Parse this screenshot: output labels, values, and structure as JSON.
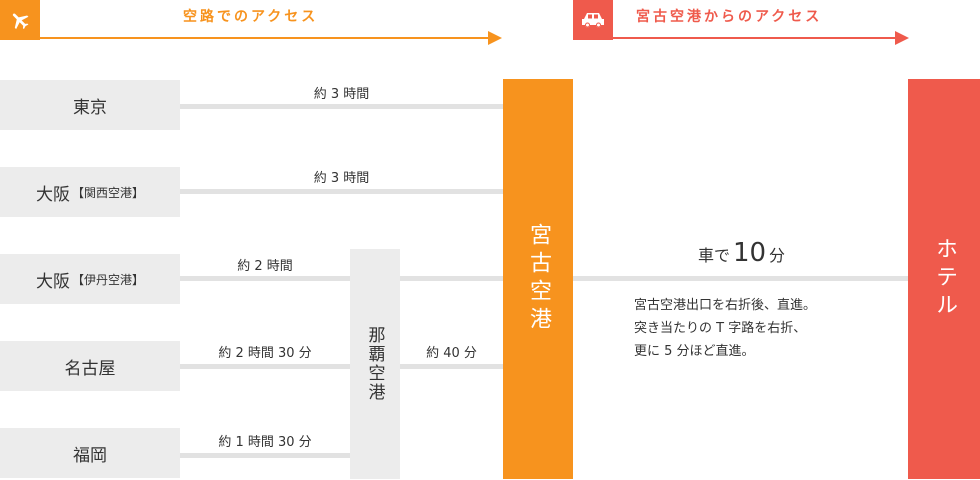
{
  "colors": {
    "air": "#f7931e",
    "car": "#ef5a4c",
    "box": "#ececec",
    "line": "#e2e2e2"
  },
  "header": {
    "air_title": "空路でのアクセス",
    "air_icon": "airplane-icon",
    "car_title": "宮古空港からのアクセス",
    "car_icon": "car-icon"
  },
  "origins": [
    {
      "name": "東京",
      "sub": "",
      "duration": "約 3 時間"
    },
    {
      "name": "大阪",
      "sub": "【関西空港】",
      "duration": "約 3 時間"
    },
    {
      "name": "大阪",
      "sub": "【伊丹空港】",
      "duration": "約 2 時間"
    },
    {
      "name": "名古屋",
      "sub": "",
      "duration": "約 2 時間 30 分"
    },
    {
      "name": "福岡",
      "sub": "",
      "duration": "約 1 時間 30 分"
    }
  ],
  "transfer": {
    "name": "那覇空港",
    "duration": "約 40 分"
  },
  "airport": "宮古空港",
  "car": {
    "prefix": "車で",
    "number": "10",
    "unit": "分",
    "description": [
      "宮古空港出口を右折後、直進。",
      "突き当たりの T 字路を右折、",
      "更に 5 分ほど直進。"
    ]
  },
  "destination": "ホテル"
}
